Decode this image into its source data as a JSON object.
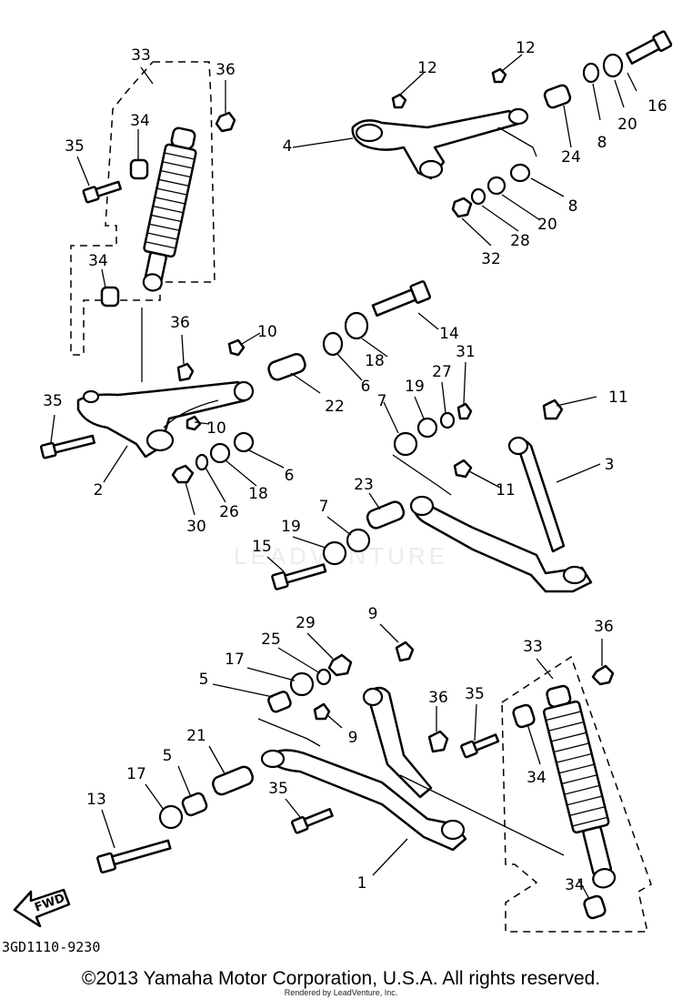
{
  "diagram": {
    "code": "3GD1110-9230",
    "fwd_label": "FWD",
    "watermark": "LEADVENTURE",
    "copyright": "©2013 Yamaha Motor Corporation, U.S.A. All rights reserved.",
    "rendered_by": "Rendered by LeadVenture, Inc."
  },
  "callouts": [
    {
      "id": "c33a",
      "label": "33"
    },
    {
      "id": "c36a",
      "label": "36"
    },
    {
      "id": "c34a",
      "label": "34"
    },
    {
      "id": "c35a",
      "label": "35"
    },
    {
      "id": "c34b",
      "label": "34"
    },
    {
      "id": "c36b",
      "label": "36"
    },
    {
      "id": "c35b",
      "label": "35"
    },
    {
      "id": "c2",
      "label": "2"
    },
    {
      "id": "c10a",
      "label": "10"
    },
    {
      "id": "c10b",
      "label": "10"
    },
    {
      "id": "c30",
      "label": "30"
    },
    {
      "id": "c26",
      "label": "26"
    },
    {
      "id": "c18a",
      "label": "18"
    },
    {
      "id": "c6a",
      "label": "6"
    },
    {
      "id": "c22",
      "label": "22"
    },
    {
      "id": "c6b",
      "label": "6"
    },
    {
      "id": "c18b",
      "label": "18"
    },
    {
      "id": "c14",
      "label": "14"
    },
    {
      "id": "c12a",
      "label": "12"
    },
    {
      "id": "c12b",
      "label": "12"
    },
    {
      "id": "c4",
      "label": "4"
    },
    {
      "id": "c16",
      "label": "16"
    },
    {
      "id": "c20a",
      "label": "20"
    },
    {
      "id": "c8a",
      "label": "8"
    },
    {
      "id": "c24",
      "label": "24"
    },
    {
      "id": "c8b",
      "label": "8"
    },
    {
      "id": "c20b",
      "label": "20"
    },
    {
      "id": "c28",
      "label": "28"
    },
    {
      "id": "c32",
      "label": "32"
    },
    {
      "id": "c7a",
      "label": "7"
    },
    {
      "id": "c19a",
      "label": "19"
    },
    {
      "id": "c27",
      "label": "27"
    },
    {
      "id": "c31",
      "label": "31"
    },
    {
      "id": "c11a",
      "label": "11"
    },
    {
      "id": "c3",
      "label": "3"
    },
    {
      "id": "c11b",
      "label": "11"
    },
    {
      "id": "c23",
      "label": "23"
    },
    {
      "id": "c7b",
      "label": "7"
    },
    {
      "id": "c19b",
      "label": "19"
    },
    {
      "id": "c15",
      "label": "15"
    },
    {
      "id": "c9a",
      "label": "9"
    },
    {
      "id": "c29",
      "label": "29"
    },
    {
      "id": "c25",
      "label": "25"
    },
    {
      "id": "c17a",
      "label": "17"
    },
    {
      "id": "c5a",
      "label": "5"
    },
    {
      "id": "c9b",
      "label": "9"
    },
    {
      "id": "c36c",
      "label": "36"
    },
    {
      "id": "c35c",
      "label": "35"
    },
    {
      "id": "c33b",
      "label": "33"
    },
    {
      "id": "c36d",
      "label": "36"
    },
    {
      "id": "c21",
      "label": "21"
    },
    {
      "id": "c5b",
      "label": "5"
    },
    {
      "id": "c17b",
      "label": "17"
    },
    {
      "id": "c13",
      "label": "13"
    },
    {
      "id": "c35d",
      "label": "35"
    },
    {
      "id": "c34c",
      "label": "34"
    },
    {
      "id": "c1",
      "label": "1"
    },
    {
      "id": "c34d",
      "label": "34"
    }
  ]
}
